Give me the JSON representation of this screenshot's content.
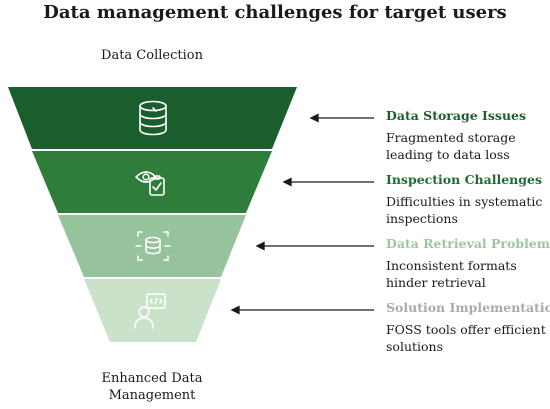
{
  "diagram": {
    "title": "Data management challenges for target users",
    "top_label": "Data Collection",
    "bottom_label": "Enhanced Data Management",
    "stages": [
      {
        "title": "Data Storage Issues",
        "description": "Fragmented storage leading to data loss",
        "icon": "database-icon",
        "color": "#1b5e2e",
        "title_color": "#1b5e2e"
      },
      {
        "title": "Inspection Challenges",
        "description": "Difficulties in systematic inspections",
        "icon": "eye-clipboard-icon",
        "color": "#2e7d3b",
        "title_color": "#1f6b30"
      },
      {
        "title": "Data Retrieval Problems",
        "description": "Inconsistent formats hinder retrieval",
        "icon": "data-retrieval-icon",
        "color": "#97c39c",
        "title_color": "#9bc79f"
      },
      {
        "title": "Solution Implementation",
        "description": "FOSS tools offer efficient solutions",
        "icon": "developer-code-icon",
        "color": "#c9e2c9",
        "title_color": "#aaaaaa"
      }
    ]
  }
}
